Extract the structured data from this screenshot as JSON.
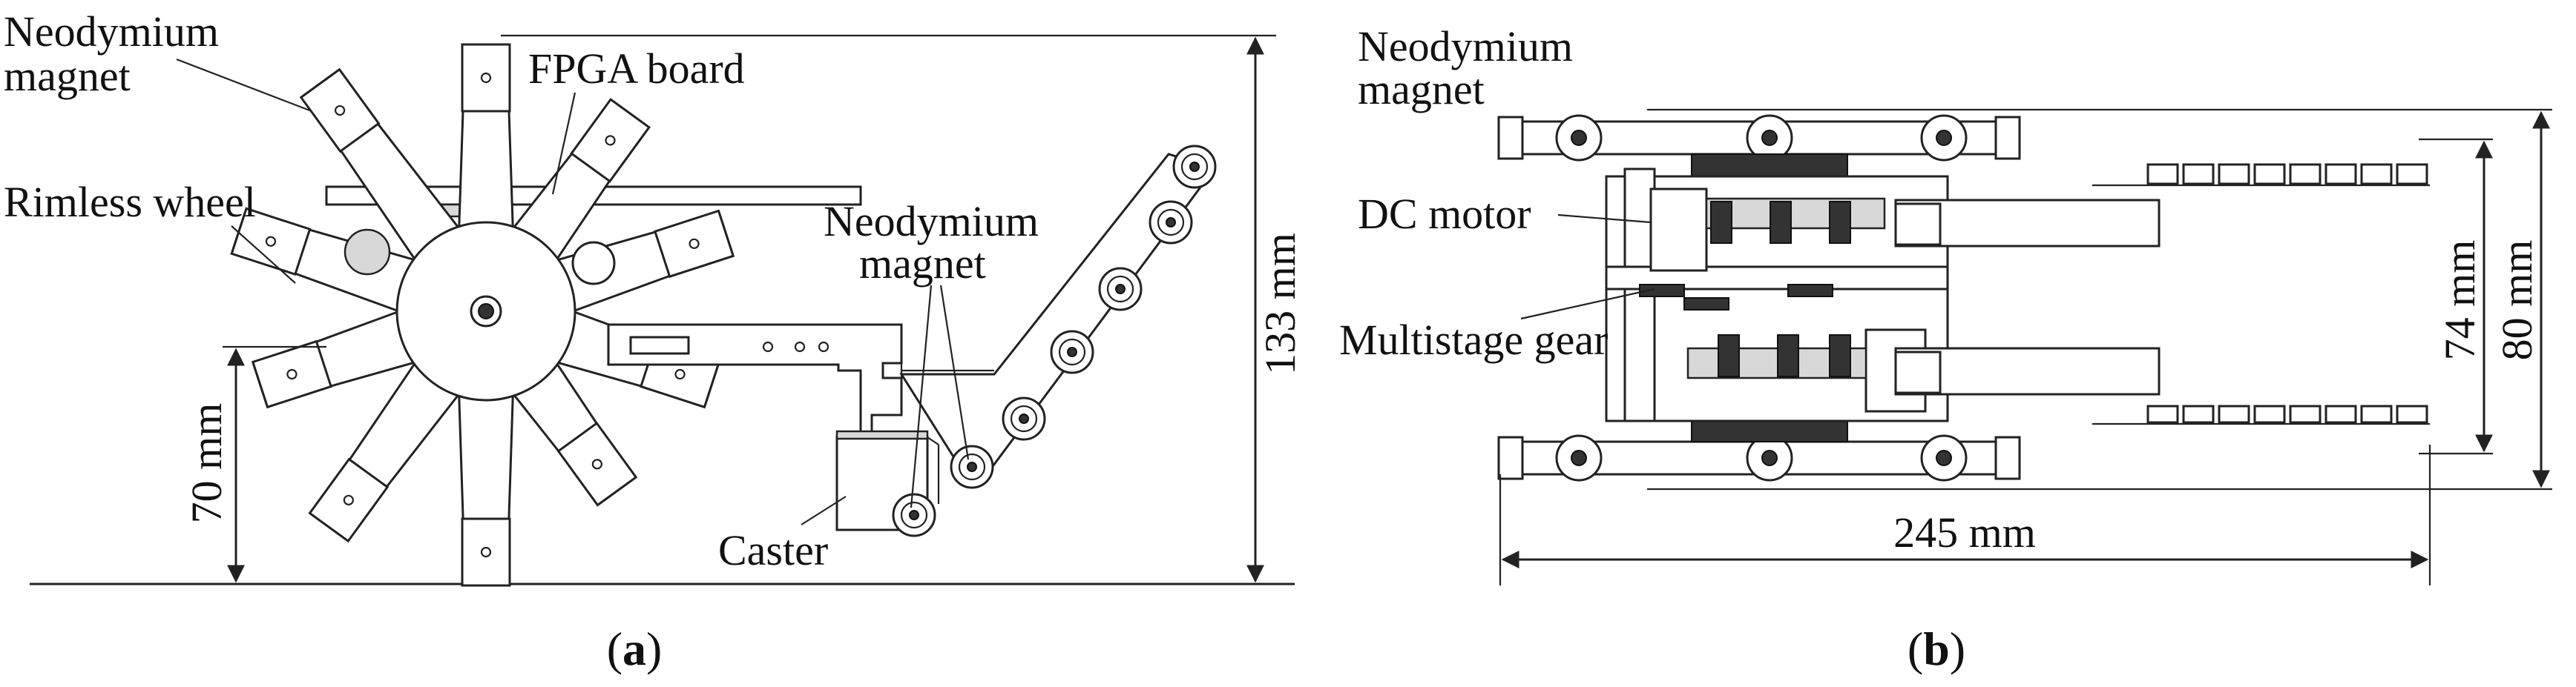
{
  "panel_a": {
    "labels": {
      "magnet_top": [
        "Neodymium",
        "magnet"
      ],
      "fpga": "FPGA board",
      "rimless": "Rimless wheel",
      "magnet_right": [
        "Neodymium",
        "magnet"
      ],
      "caster": "Caster"
    },
    "dims": {
      "height": "133 mm",
      "axle": "70 mm"
    },
    "caption": {
      "open": "(",
      "letter": "a",
      "close": ")"
    }
  },
  "panel_b": {
    "labels": {
      "magnet": [
        "Neodymium",
        "magnet"
      ],
      "motor": "DC motor",
      "gear": "Multistage gear"
    },
    "dims": {
      "inner_width": "74 mm",
      "outer_width": "80 mm",
      "length": "245 mm"
    },
    "caption": {
      "open": "(",
      "letter": "b",
      "close": ")"
    }
  }
}
